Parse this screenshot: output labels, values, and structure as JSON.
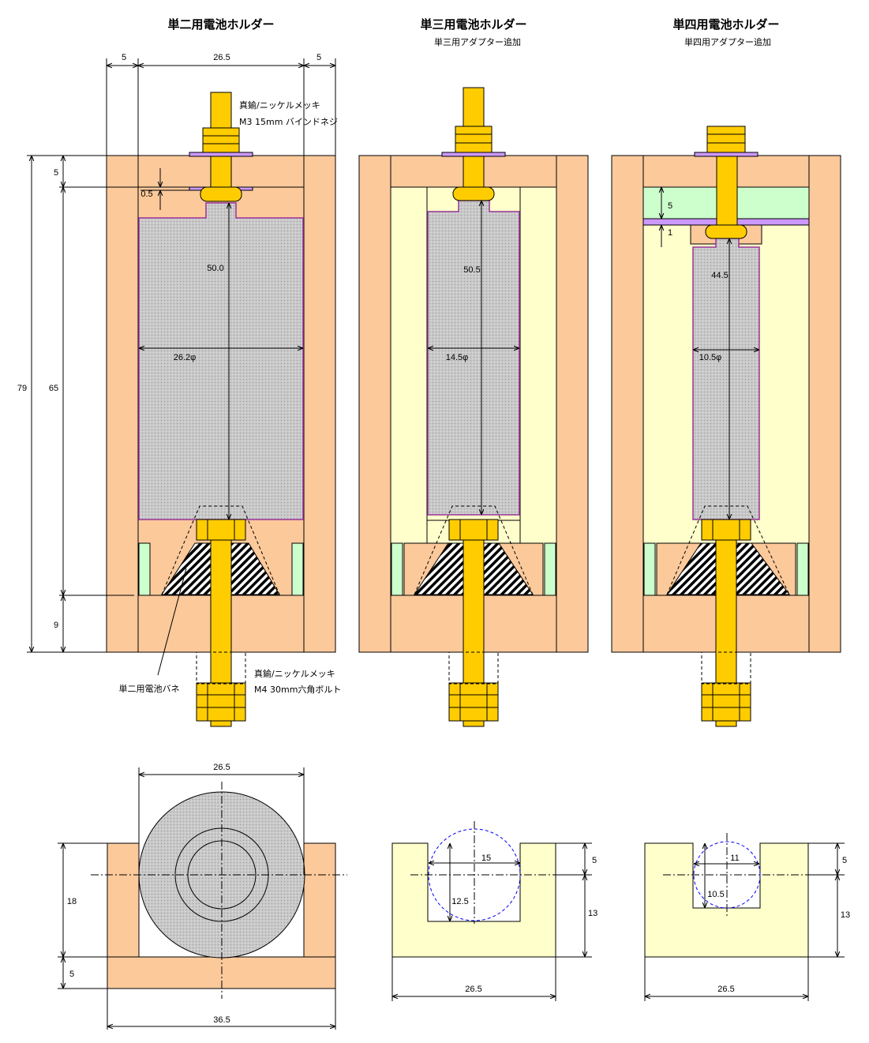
{
  "views": {
    "d1": {
      "title": "単二用電池ホルダー",
      "dims": {
        "left_w": "5",
        "inner_w": "26.5",
        "right_w": "5",
        "total_h": "79",
        "cavity_h": "65",
        "top_h": "5",
        "bottom_h": "9",
        "gap": "0.5",
        "batt_len": "50.0",
        "batt_dia": "26.2φ"
      },
      "screw_material": "真鍮/ニッケルメッキ",
      "screw_spec": "M3 15mm バインドネジ",
      "spring_label": "単二用電池バネ",
      "bolt_material": "真鍮/ニッケルメッキ",
      "bolt_spec": "M4 30mm六角ボルト"
    },
    "d3": {
      "title": "単三用電池ホルダー",
      "subtitle": "単三用アダプター追加",
      "dims": {
        "batt_len": "50.5",
        "batt_dia": "14.5φ"
      }
    },
    "d4": {
      "title": "単四用電池ホルダー",
      "subtitle": "単四用アダプター追加",
      "dims": {
        "batt_len": "44.5",
        "batt_dia": "10.5φ",
        "plate_h": "5",
        "plate_t": "1"
      }
    }
  },
  "sections": {
    "d1": {
      "width": "26.5",
      "height": "18",
      "base": "5",
      "total_w": "36.5"
    },
    "d3": {
      "slot_w": "15",
      "depth": "12.5",
      "top": "5",
      "height": "13",
      "width": "26.5"
    },
    "d4": {
      "slot_w": "11",
      "depth": "10.5",
      "top": "5",
      "height": "13",
      "width": "26.5"
    }
  },
  "colors": {
    "wood": "#fcc99b",
    "adapter": "#ffffcc",
    "spring_holder": "#ccffcc",
    "brass": "#ffcc00",
    "washer": "#cc99ff",
    "battery_outline": "#993399",
    "battery_fill": "#c8c8c8",
    "dim_circle": "#0000ff"
  }
}
